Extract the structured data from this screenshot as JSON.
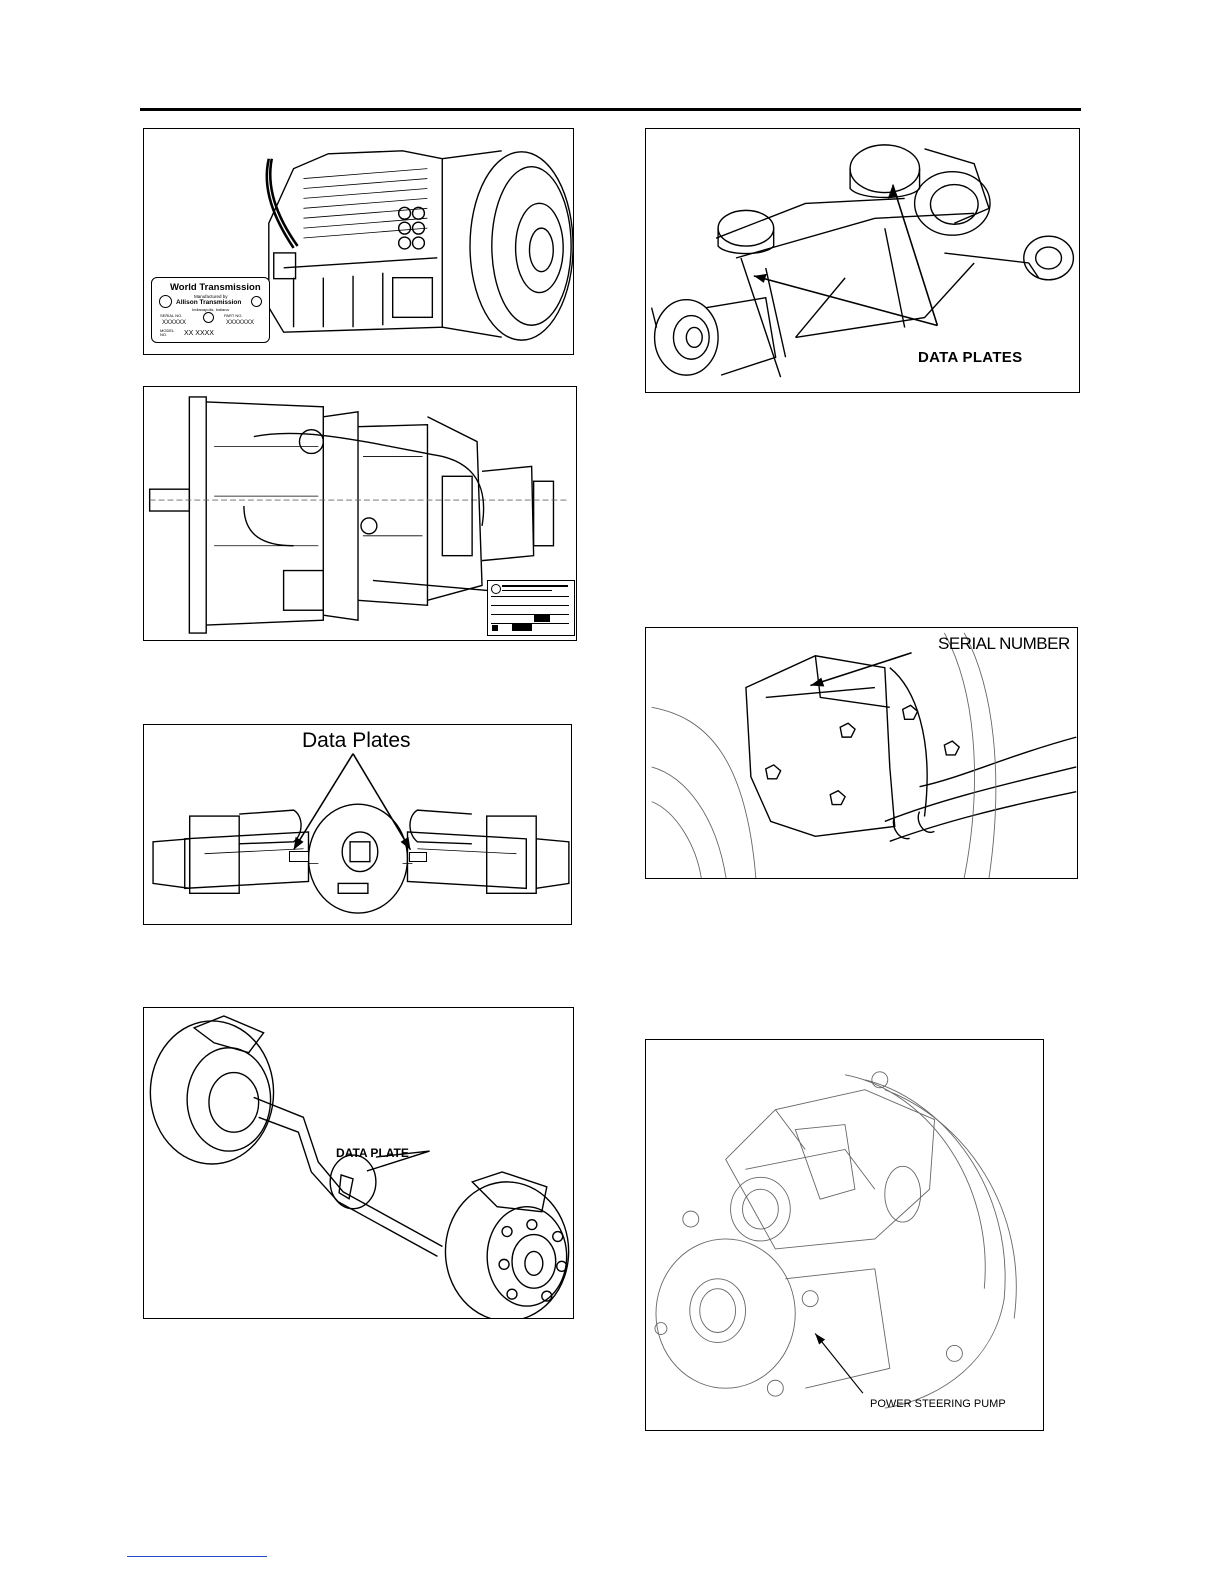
{
  "figures": {
    "allison_transmission": {
      "plate_title": "World Transmission",
      "plate_line1": "Manufactured by",
      "plate_brand": "Allison Transmission",
      "plate_city": "Indianapolis, Indiana",
      "serial_label": "SERIAL NO.",
      "part_label": "PART NO.",
      "serial_value": "XXXXXX",
      "part_value": "XXXXXXX",
      "model_label": "MODEL NO.",
      "model_value": "XX XXXX"
    },
    "zf_transmission": {},
    "front_axle": {
      "callout": "DATA PLATES"
    },
    "drive_axle": {
      "callout": "Data Plates"
    },
    "steering_gear": {
      "callout": "SERIAL NUMBER"
    },
    "tag_axle": {
      "callout": "DATA PLATE"
    },
    "power_steering_pump": {
      "callout": "POWER STEERING PUMP"
    }
  }
}
